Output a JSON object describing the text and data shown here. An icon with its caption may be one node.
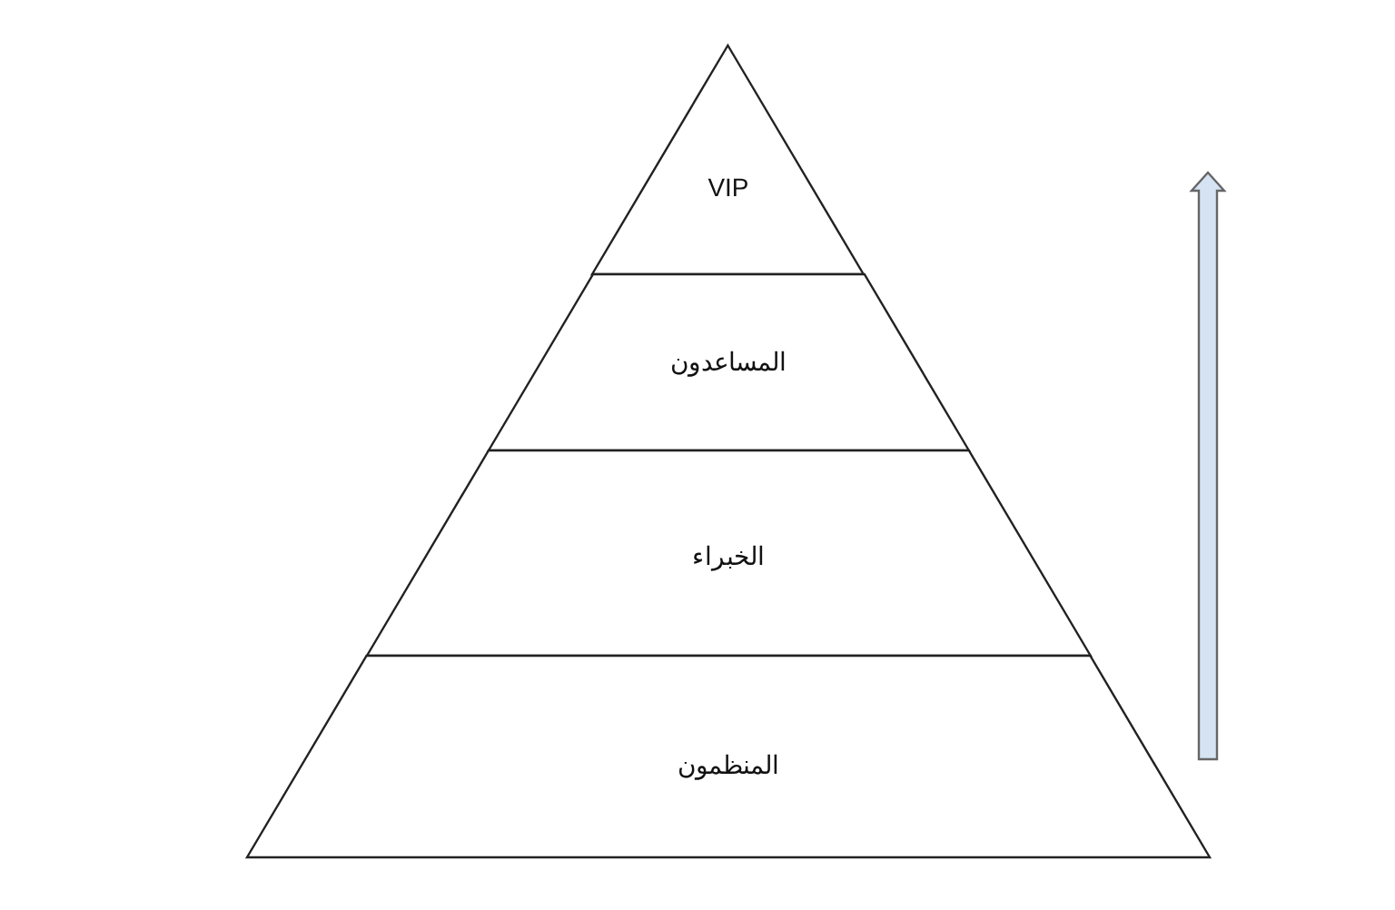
{
  "diagram": {
    "nodes": [
      {
        "text": [
          "VIP"
        ]
      },
      {
        "text": [
          "المساعدون"
        ]
      },
      {
        "text": [
          "الخبراء"
        ]
      },
      {
        "text": [
          "المنظمون"
        ]
      }
    ]
  }
}
